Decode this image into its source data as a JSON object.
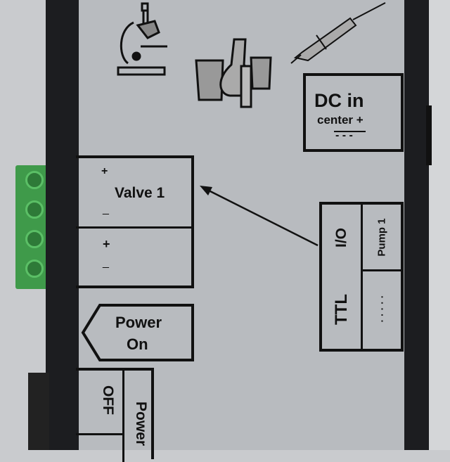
{
  "dc_in": {
    "title": "DC in",
    "polarity": "center +",
    "symbol": "- - -"
  },
  "valve": {
    "label": "Valve 1",
    "plus_1": "+",
    "minus_1": "_",
    "plus_2": "+",
    "minus_2": "_"
  },
  "pump": {
    "io": "I/O",
    "ttl": "TTL",
    "pump_label": "Pump 1",
    "dots": "· · · · ·"
  },
  "power_on": {
    "line1": "Power",
    "line2": "On"
  },
  "power_switch": {
    "off": "OFF",
    "label": "Power"
  },
  "colors": {
    "panel": "#b8bbbf",
    "frame": "#1c1d20",
    "terminal": "#3f9a4a"
  },
  "icons": [
    "microscope-icon",
    "lab-glassware-icon",
    "syringe-icon"
  ]
}
